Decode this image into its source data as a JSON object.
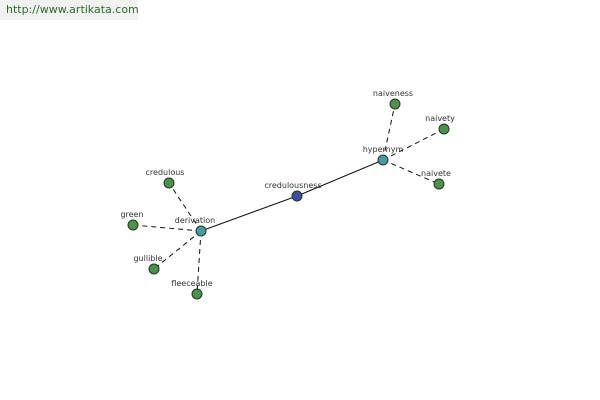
{
  "banner": {
    "url": "http://www.artikata.com"
  },
  "colors": {
    "leaf": "#4f8f4f",
    "relation": "#4a9aa6",
    "center": "#3d4f9a",
    "edge": "#111111",
    "banner_text": "#2d6b2d"
  },
  "graph": {
    "nodes": [
      {
        "id": "credulousness",
        "label": "credulousness",
        "kind": "center"
      },
      {
        "id": "hypernym",
        "label": "hypernym",
        "kind": "relation"
      },
      {
        "id": "derivation",
        "label": "derivation",
        "kind": "relation"
      },
      {
        "id": "naiveness",
        "label": "naiveness",
        "kind": "leaf"
      },
      {
        "id": "naivety",
        "label": "naivety",
        "kind": "leaf"
      },
      {
        "id": "naivete",
        "label": "naivete",
        "kind": "leaf"
      },
      {
        "id": "credulous",
        "label": "credulous",
        "kind": "leaf"
      },
      {
        "id": "green",
        "label": "green",
        "kind": "leaf"
      },
      {
        "id": "gullible",
        "label": "gullible",
        "kind": "leaf"
      },
      {
        "id": "fleeceable",
        "label": "fleeceable",
        "kind": "leaf"
      }
    ],
    "edges": [
      {
        "from": "credulousness",
        "to": "hypernym",
        "style": "solid"
      },
      {
        "from": "credulousness",
        "to": "derivation",
        "style": "solid"
      },
      {
        "from": "hypernym",
        "to": "naiveness",
        "style": "dashed"
      },
      {
        "from": "hypernym",
        "to": "naivety",
        "style": "dashed"
      },
      {
        "from": "hypernym",
        "to": "naivete",
        "style": "dashed"
      },
      {
        "from": "derivation",
        "to": "credulous",
        "style": "dashed"
      },
      {
        "from": "derivation",
        "to": "green",
        "style": "dashed"
      },
      {
        "from": "derivation",
        "to": "gullible",
        "style": "dashed"
      },
      {
        "from": "derivation",
        "to": "fleeceable",
        "style": "dashed"
      }
    ]
  }
}
